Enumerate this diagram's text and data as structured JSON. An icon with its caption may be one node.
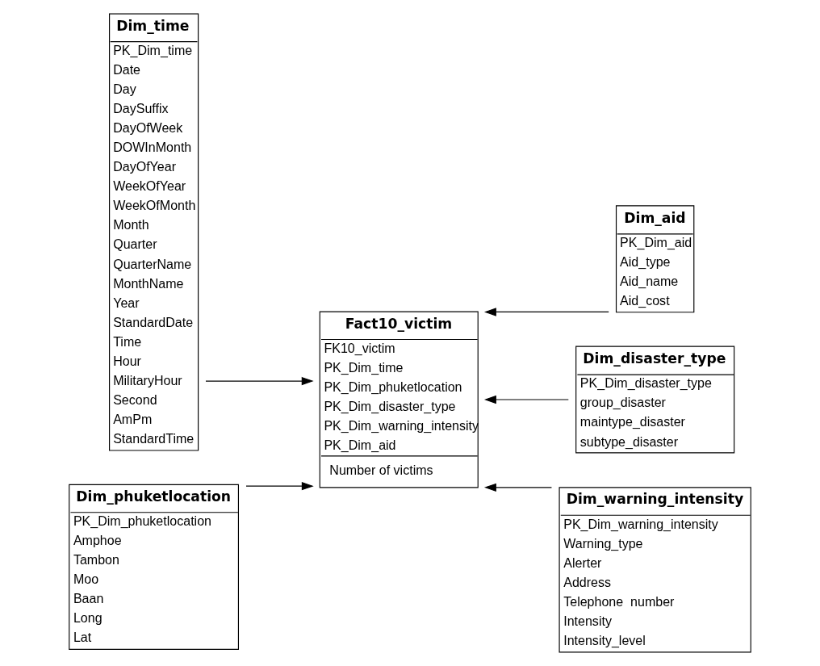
{
  "diagram": {
    "nodes": [
      {
        "text": [
          "Dim_time",
          "PK_Dim_time",
          "Date",
          "Day",
          "DaySuffix",
          "DayOfWeek",
          "DOWInMonth",
          "DayOfYear",
          "WeekOfYear",
          "WeekOfMonth",
          "Month",
          "Quarter",
          "QuarterName",
          "MonthName",
          "Year",
          "StandardDate",
          "Time",
          "Hour",
          "MilitaryHour",
          "Second",
          "AmPm",
          "StandardTime"
        ]
      },
      {
        "text": [
          "Fact10_victim",
          "FK10_victim",
          "PK_Dim_time",
          "PK_Dim_phuketlocation",
          "PK_Dim_disaster_type",
          "PK_Dim_warning_intensity",
          "PK_Dim_aid",
          "Number of victims"
        ]
      },
      {
        "text": [
          "Dim_aid",
          "PK_Dim_aid",
          "Aid_type",
          "Aid_name",
          "Aid_cost"
        ]
      },
      {
        "text": [
          "Dim_disaster_type",
          "PK_Dim_disaster_type",
          "group_disaster",
          "maintype_disaster",
          "subtype_disaster"
        ]
      },
      {
        "text": [
          "Dim_warning_intensity",
          "PK_Dim_warning_intensity",
          "Warning_type",
          "Alerter",
          "Address",
          "Telephone  number",
          "Intensity",
          "Intensity_level"
        ]
      },
      {
        "text": [
          "Dim_phuketlocation",
          "PK_Dim_phuketlocation",
          "Amphoe",
          "Tambon",
          "Moo",
          "Baan",
          "Long",
          "Lat"
        ]
      }
    ],
    "edges": [
      {
        "from": 0,
        "to": 1,
        "arrow": "to"
      },
      {
        "from": 2,
        "to": 1,
        "arrow": "to"
      },
      {
        "from": 3,
        "to": 1,
        "arrow": "to"
      },
      {
        "from": 5,
        "to": 1,
        "arrow": "to"
      },
      {
        "from": 4,
        "to": 1,
        "arrow": "to"
      }
    ]
  }
}
